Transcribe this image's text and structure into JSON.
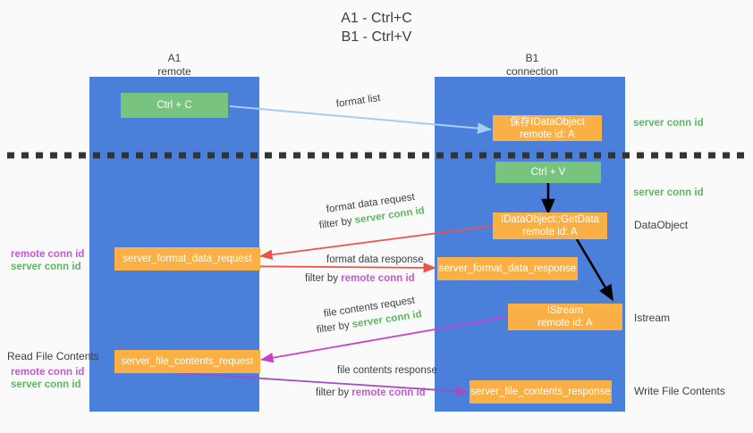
{
  "title": {
    "line1": "A1 - Ctrl+C",
    "line2": "B1 - Ctrl+V"
  },
  "colors": {
    "column": "#4a80da",
    "green_box": "#78c37d",
    "orange_box": "#fbb045",
    "server_conn_id": "#5cb85f",
    "remote_conn_id": "#c45ad0",
    "arrow_light_blue": "#a8cdf0",
    "arrow_red": "#e8544a",
    "arrow_magenta": "#cc3fc6",
    "arrow_purple": "#a34bc4",
    "arrow_black": "#000000",
    "background": "#fafafa"
  },
  "columns": [
    {
      "name": "A1",
      "sub": "remote"
    },
    {
      "name": "B1",
      "sub": "connection"
    }
  ],
  "boxes": {
    "ctrl_c": {
      "label": "Ctrl + C"
    },
    "ctrl_v": {
      "label": "Ctrl + V"
    },
    "idataobject": {
      "line1": "保存IDataObject",
      "line2": "remote id: A"
    },
    "getdata": {
      "line1": "IDataObject::GetData",
      "line2": "remote id: A"
    },
    "istream": {
      "line1": "IStream",
      "line2": "remote id: A"
    },
    "server_format_data_request": {
      "label": "server_format_data_request"
    },
    "server_format_data_response": {
      "label": "server_format_data_response"
    },
    "server_file_contents_request": {
      "label": "server_file_contents_request"
    },
    "server_file_contents_response": {
      "label": "server_file_contents_response"
    }
  },
  "edge_labels": {
    "format_list": "format list",
    "format_data_request": "format data request",
    "format_data_request_filter_prefix": "filter by ",
    "format_data_request_filter_value": "server conn id",
    "format_data_response": "format data response",
    "format_data_response_filter_prefix": "filter by ",
    "format_data_response_filter_value": "remote conn id",
    "file_contents_request": "file contents request",
    "file_contents_request_filter_prefix": "filter by ",
    "file_contents_request_filter_value": "server conn id",
    "file_contents_response": "file contents response",
    "file_contents_response_filter_prefix": "filter by ",
    "file_contents_response_filter_value": "remote conn id"
  },
  "right_annotations": {
    "server_conn_id_top": "server conn id",
    "server_conn_id_mid": "server conn id",
    "dataobject": "DataObject",
    "istream": "Istream",
    "write_file_contents": "Write File Contents"
  },
  "left_annotations": {
    "remote_conn_id_1": "remote conn id",
    "server_conn_id_1": "server conn id",
    "read_file_contents": "Read File Contents",
    "remote_conn_id_2": "remote conn id",
    "server_conn_id_2": "server conn id"
  }
}
